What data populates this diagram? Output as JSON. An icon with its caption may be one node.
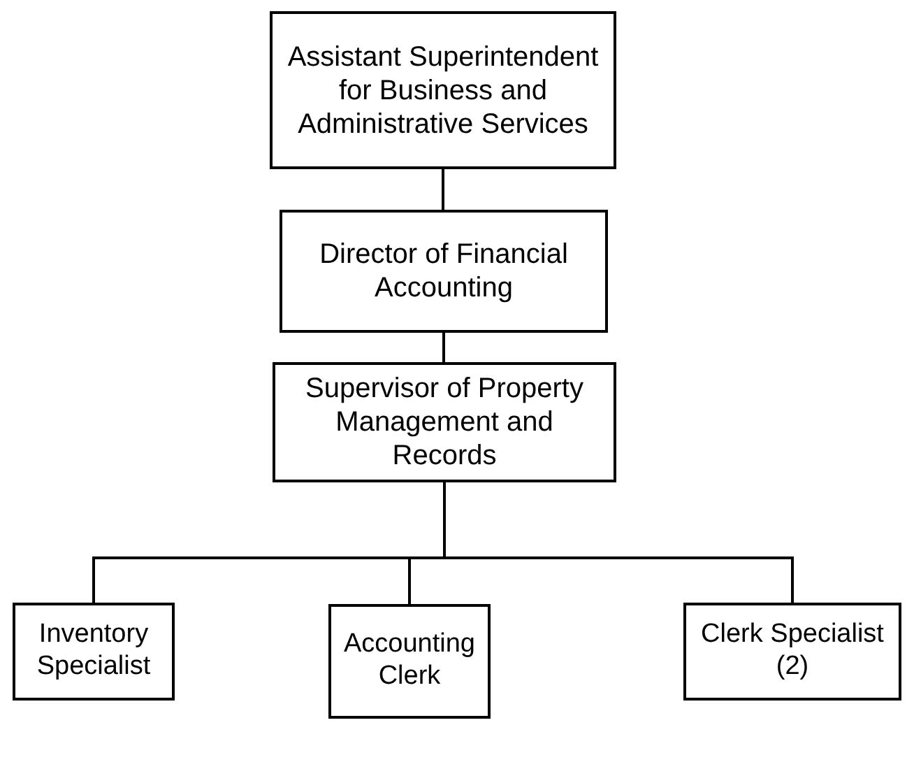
{
  "diagram": {
    "nodes": [
      {
        "text": [
          "Assistant Superintendent for Business and Administrative Services"
        ]
      },
      {
        "text": [
          "Director of Financial Accounting"
        ]
      },
      {
        "text": [
          "Supervisor of Property Management and Records"
        ]
      },
      {
        "text": [
          "Inventory Specialist"
        ]
      },
      {
        "text": [
          "Accounting Clerk"
        ]
      },
      {
        "text": [
          "Clerk Specialist (2)"
        ]
      }
    ],
    "edges": [
      {
        "from": 0,
        "to": 1,
        "arrow": "none"
      },
      {
        "from": 1,
        "to": 2,
        "arrow": "none"
      },
      {
        "from": 2,
        "to": 3,
        "arrow": "none"
      },
      {
        "from": 2,
        "to": 4,
        "arrow": "none"
      },
      {
        "from": 2,
        "to": 5,
        "arrow": "none"
      }
    ]
  }
}
